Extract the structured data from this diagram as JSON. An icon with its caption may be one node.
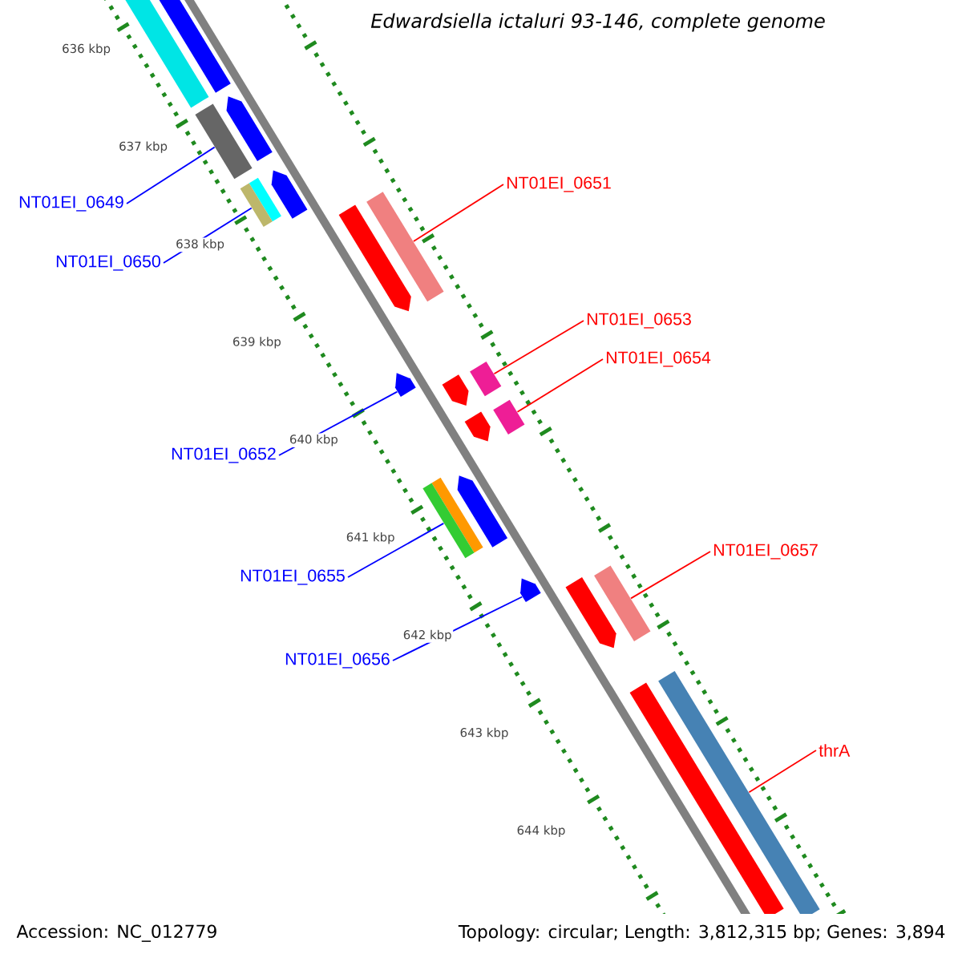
{
  "diagram": {
    "title": "Edwardsiella ictaluri 93-146, complete genome",
    "nodes": [
      {
        "text": [
          "NT01EI_0651"
        ]
      },
      {
        "text": [
          "NT01EI_0649"
        ]
      },
      {
        "text": [
          "NT01EI_0650"
        ]
      },
      {
        "text": [
          "NT01EI_0653"
        ]
      },
      {
        "text": [
          "NT01EI_0654"
        ]
      },
      {
        "text": [
          "NT01EI_0652"
        ]
      },
      {
        "text": [
          "NT01EI_0657"
        ]
      },
      {
        "text": [
          "NT01EI_0655"
        ]
      },
      {
        "text": [
          "NT01EI_0656"
        ]
      },
      {
        "text": [
          "thrA"
        ]
      },
      {
        "text": [],
        "shape": "bar"
      },
      {
        "text": [],
        "shape": "bar"
      },
      {
        "text": [],
        "shape": "bar"
      },
      {
        "text": [],
        "shape": "bar"
      },
      {
        "text": [],
        "shape": "bar"
      },
      {
        "text": [],
        "shape": "bar"
      },
      {
        "text": [],
        "shape": "bar"
      },
      {
        "text": [],
        "shape": "bar"
      },
      {
        "text": [],
        "shape": "bar"
      },
      {
        "text": [],
        "shape": "bar"
      },
      {
        "text": [],
        "shape": "bar"
      }
    ],
    "edges": [
      {
        "from": 0,
        "to": 12,
        "arrow": "none",
        "color": "#ff0000"
      },
      {
        "from": 1,
        "to": 10,
        "arrow": "none",
        "color": "#0000ff"
      },
      {
        "from": 2,
        "to": 11,
        "arrow": "none",
        "color": "#0000ff"
      },
      {
        "from": 3,
        "to": 14,
        "arrow": "none",
        "color": "#ff0000"
      },
      {
        "from": 4,
        "to": 15,
        "arrow": "none",
        "color": "#ff0000"
      },
      {
        "from": 5,
        "to": 13,
        "arrow": "none",
        "color": "#0000ff"
      },
      {
        "from": 6,
        "to": 18,
        "arrow": "none",
        "color": "#ff0000"
      },
      {
        "from": 7,
        "to": 16,
        "arrow": "none",
        "color": "#0000ff"
      },
      {
        "from": 8,
        "to": 17,
        "arrow": "none",
        "color": "#0000ff"
      },
      {
        "from": 9,
        "to": 19,
        "arrow": "none",
        "color": "#ff0000"
      }
    ],
    "labels": [
      "636 kbp",
      "637 kbp",
      "638 kbp",
      "639 kbp",
      "640 kbp",
      "641 kbp",
      "642 kbp",
      "643 kbp",
      "644 kbp",
      "Accession: NC_012779",
      "Topology: circular; Length: 3,812,315 bp; Genes: 3,894"
    ]
  }
}
